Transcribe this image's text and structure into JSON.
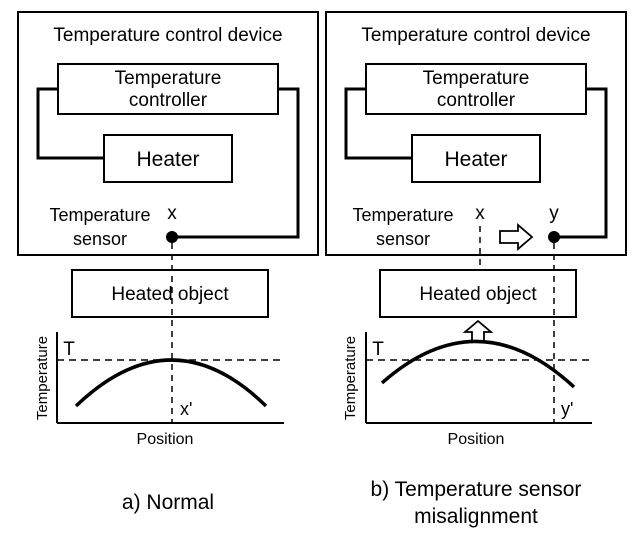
{
  "panels": [
    {
      "device_title": "Temperature control device",
      "controller_line1": "Temperature",
      "controller_line2": "controller",
      "heater": "Heater",
      "sensor_line1": "Temperature",
      "sensor_line2": "sensor",
      "point_x": "x",
      "object": "Heated object",
      "y_axis": "Temperature",
      "x_axis": "Position",
      "t_label": "T",
      "x_prime": "x'",
      "caption_line1": "a) Normal",
      "caption_line2": ""
    },
    {
      "device_title": "Temperature control device",
      "controller_line1": "Temperature",
      "controller_line2": "controller",
      "heater": "Heater",
      "sensor_line1": "Temperature",
      "sensor_line2": "sensor",
      "point_x": "x",
      "point_y": "y",
      "object": "Heated object",
      "y_axis": "Temperature",
      "x_axis": "Position",
      "t_label": "T",
      "y_prime": "y'",
      "caption_line1": "b) Temperature sensor",
      "caption_line2": "misalignment"
    }
  ]
}
